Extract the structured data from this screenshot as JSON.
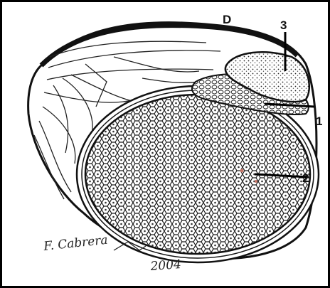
{
  "labels": {
    "orientation": "D",
    "callout_1": "1",
    "callout_2": "2",
    "callout_3": "3"
  },
  "signature": {
    "name": "F. Cabrera",
    "year": "2004"
  },
  "colors": {
    "ink": "#111111",
    "paper": "#ffffff",
    "accent_dots": "#c8786a"
  }
}
